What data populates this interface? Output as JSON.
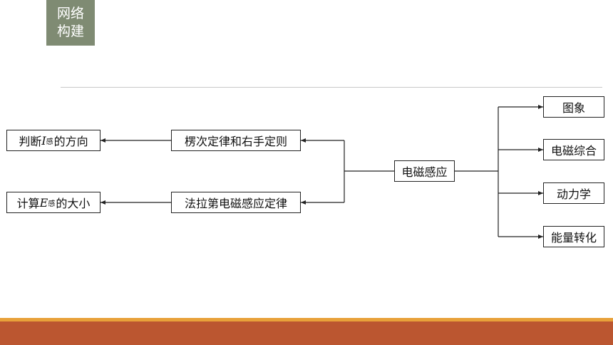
{
  "header": {
    "tag_line1": "网络",
    "tag_line2": "构建"
  },
  "diagram": {
    "center": "电磁感应",
    "left_top": "楞次定律和右手定则",
    "left_bottom": "法拉第电磁感应定律",
    "far_left_top": {
      "pre": "判断",
      "var": "I",
      "sub": "感",
      "post": "的方向"
    },
    "far_left_bottom": {
      "pre": "计算",
      "var": "E",
      "sub": "感",
      "post": "的大小"
    },
    "right_items": [
      "图象",
      "电磁综合",
      "动力学",
      "能量转化"
    ]
  },
  "colors": {
    "tag_bg": "#7f8b73",
    "bar_accent": "#e8a13a",
    "bar_main": "#bb5630"
  }
}
